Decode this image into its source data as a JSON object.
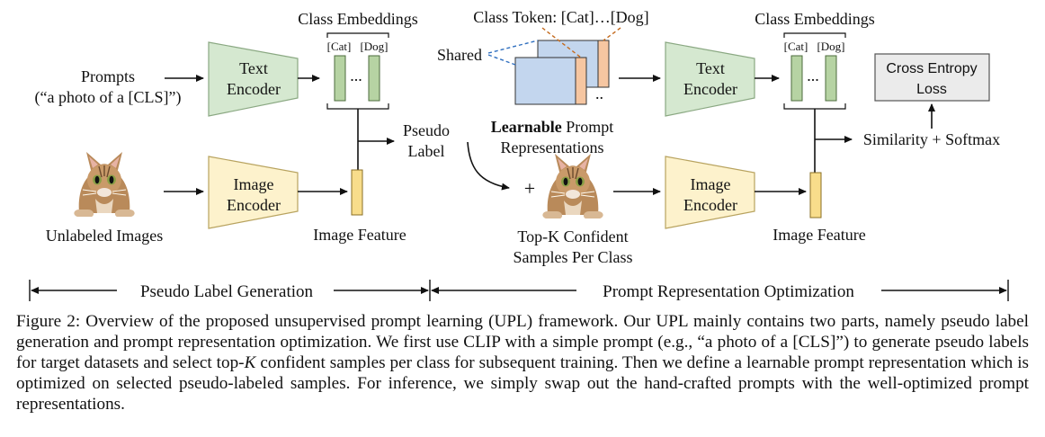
{
  "colors": {
    "encoder_green": "#d5e8d0",
    "encoder_yellow": "#fdf2cc",
    "embedding_green": "#b6d3a3",
    "feature_yellow": "#f8dd8b",
    "prompt_blue": "#c3d6ee",
    "prompt_orange": "#f6c6a1",
    "shared_dash": "#2f6fbf",
    "token_dash": "#c46a1d",
    "loss_box": "#ebebeb"
  },
  "left": {
    "prompts_line1": "Prompts",
    "prompts_line2": "(“a photo of a [CLS]”)",
    "text_encoder_line1": "Text",
    "text_encoder_line2": "Encoder",
    "class_embeddings": "Class Embeddings",
    "cat_tag": "[Cat]",
    "dog_tag": "[Dog]",
    "ellipsis": "...",
    "image_encoder_line1": "Image",
    "image_encoder_line2": "Encoder",
    "unlabeled_images": "Unlabeled Images",
    "image_feature": "Image Feature"
  },
  "middle": {
    "pseudo_line1": "Pseudo",
    "pseudo_line2": "Label",
    "class_token": "Class Token: [Cat]…[Dog]",
    "shared": "Shared",
    "learnable_bold": "Learnable",
    "learnable_rest": " Prompt",
    "representations": "Representations",
    "stack_dots": "..",
    "plus": "+",
    "topk_line1": "Top-K Confident",
    "topk_line2": "Samples Per Class"
  },
  "right": {
    "text_encoder_line1": "Text",
    "text_encoder_line2": "Encoder",
    "class_embeddings": "Class Embeddings",
    "cat_tag": "[Cat]",
    "dog_tag": "[Dog]",
    "ellipsis": "...",
    "loss_line1": "Cross Entropy",
    "loss_line2": "Loss",
    "similarity": "Similarity + Softmax",
    "image_encoder_line1": "Image",
    "image_encoder_line2": "Encoder",
    "image_feature": "Image Feature"
  },
  "stages": {
    "generation": "Pseudo Label Generation",
    "optimization": "Prompt Representation Optimization"
  },
  "caption": {
    "p1": "Figure 2: Overview of the proposed unsupervised prompt learning (UPL) framework. Our UPL mainly contains two parts, namely pseudo label generation and prompt representation optimization. We first use CLIP with a simple prompt (e.g., “a photo of a [CLS]”) to generate pseudo labels for target datasets and select top-",
    "k": "K",
    "p2": " confident samples per class for subsequent training. Then we define a learnable prompt representation which is optimized on selected pseudo-labeled samples. For inference, we simply swap out the hand-crafted prompts with the well-optimized prompt representations."
  }
}
